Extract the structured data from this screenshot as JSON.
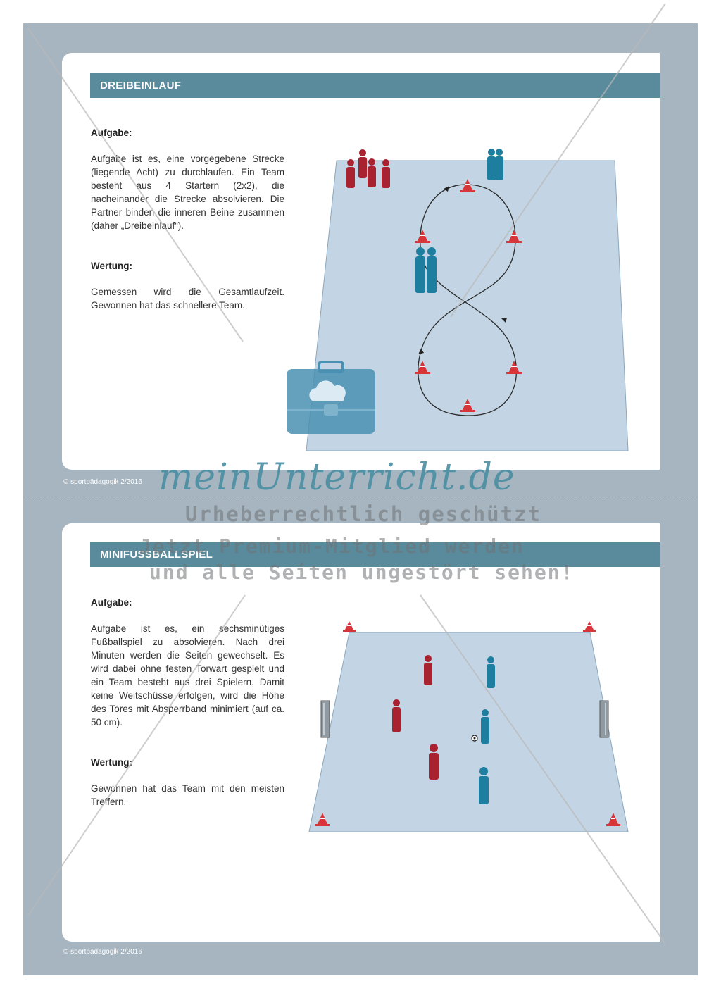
{
  "section1": {
    "title": "DREIBEINLAUF",
    "task_heading": "Aufgabe:",
    "task_text": "Aufgabe ist es, eine vorgegebene Strecke (liegende Acht) zu durchlaufen. Ein Team besteht aus 4 Startern (2x2), die nacheinander die Strecke absolvieren. Die Partner binden die inneren Beine zusammen (daher „Dreibeinlauf“).",
    "rating_heading": "Wertung:",
    "rating_text": "Gemessen wird die Gesamtlaufzeit. Gewonnen hat das schnellere Team."
  },
  "section2": {
    "title": "MINIFUSSBALLSPIEL",
    "task_heading": "Aufgabe:",
    "task_text": "Aufgabe ist es, ein sechsminütiges Fußballspiel zu absolvieren. Nach drei Minuten werden die Seiten gewechselt. Es wird dabei ohne festen Torwart gespielt und ein Team besteht aus drei Spielern. Damit keine Weitschüsse erfolgen, wird die Höhe des Tores mit Absperrband minimiert (auf ca. 50 cm).",
    "rating_heading": "Wertung:",
    "rating_text": "Gewonnen hat das Team mit den meisten Treffern."
  },
  "footer": {
    "copyright_top": "© sportpädagogik 2/2016",
    "copyright_bottom": "© sportpädagogik 2/2016"
  },
  "watermark": {
    "logo": "meinUnterricht.de",
    "line1": "Urheberrechtlich geschützt",
    "line2": "Jetzt Premium-Mitglied werden",
    "line3": "und alle Seiten ungestört sehen!"
  },
  "colors": {
    "frame": "#a6b5c0",
    "title_bar": "#5a8b9c",
    "field": "#c3d5e4",
    "team_red": "#a8222f",
    "team_blue": "#1d7ea0",
    "cone": "#d6353a"
  },
  "icons": [
    "cone-icon",
    "player-icon",
    "goal-icon",
    "ball-icon",
    "briefcase-cloud-icon"
  ]
}
